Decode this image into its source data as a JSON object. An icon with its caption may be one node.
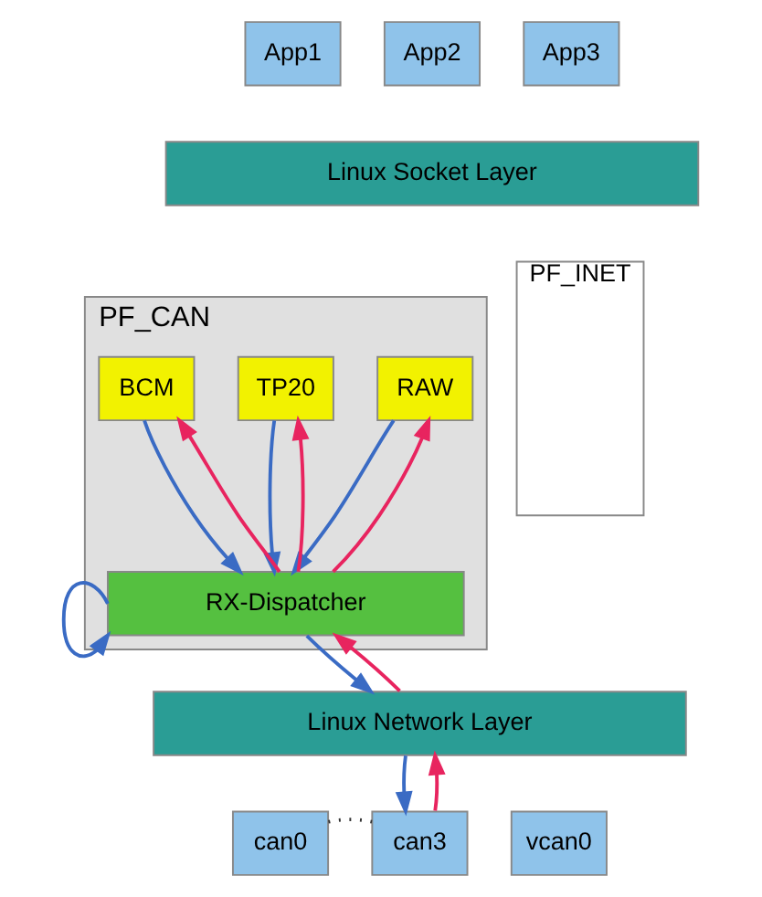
{
  "diagram": {
    "nodes": [
      {
        "text": [
          "App1"
        ]
      },
      {
        "text": [
          "App2"
        ]
      },
      {
        "text": [
          "App3"
        ]
      },
      {
        "text": [
          "Linux Socket Layer"
        ]
      },
      {
        "text": [
          "PF_INET"
        ]
      },
      {
        "text": [
          "PF_CAN"
        ]
      },
      {
        "text": [
          "BCM"
        ],
        "in": 5
      },
      {
        "text": [
          "TP20"
        ],
        "in": 5
      },
      {
        "text": [
          "RAW"
        ],
        "in": 5
      },
      {
        "text": [
          "RX-Dispatcher"
        ],
        "in": 5
      },
      {
        "text": [
          "Linux Network Layer"
        ]
      },
      {
        "text": [
          "can0"
        ]
      },
      {
        "text": [
          "can3"
        ]
      },
      {
        "text": [
          "vcan0"
        ]
      }
    ],
    "edges": [
      {
        "from": 6,
        "to": 9,
        "arrow": "to",
        "color": "#3a6bc4"
      },
      {
        "from": 9,
        "to": 6,
        "arrow": "to",
        "color": "#e8245f"
      },
      {
        "from": 7,
        "to": 9,
        "arrow": "to",
        "color": "#3a6bc4"
      },
      {
        "from": 9,
        "to": 7,
        "arrow": "to",
        "color": "#e8245f"
      },
      {
        "from": 8,
        "to": 9,
        "arrow": "to",
        "color": "#3a6bc4"
      },
      {
        "from": 9,
        "to": 8,
        "arrow": "to",
        "color": "#e8245f"
      },
      {
        "from": 9,
        "to": 9,
        "arrow": "to",
        "color": "#3a6bc4"
      },
      {
        "from": 9,
        "to": 10,
        "arrow": "to",
        "color": "#3a6bc4"
      },
      {
        "from": 10,
        "to": 9,
        "arrow": "to",
        "color": "#e8245f"
      },
      {
        "from": 10,
        "to": 12,
        "arrow": "to",
        "color": "#3a6bc4"
      },
      {
        "from": 12,
        "to": 10,
        "arrow": "to",
        "color": "#e8245f"
      },
      {
        "from": 11,
        "to": 12,
        "arrow": "none",
        "style": "dashed",
        "color": "#333333"
      }
    ]
  }
}
